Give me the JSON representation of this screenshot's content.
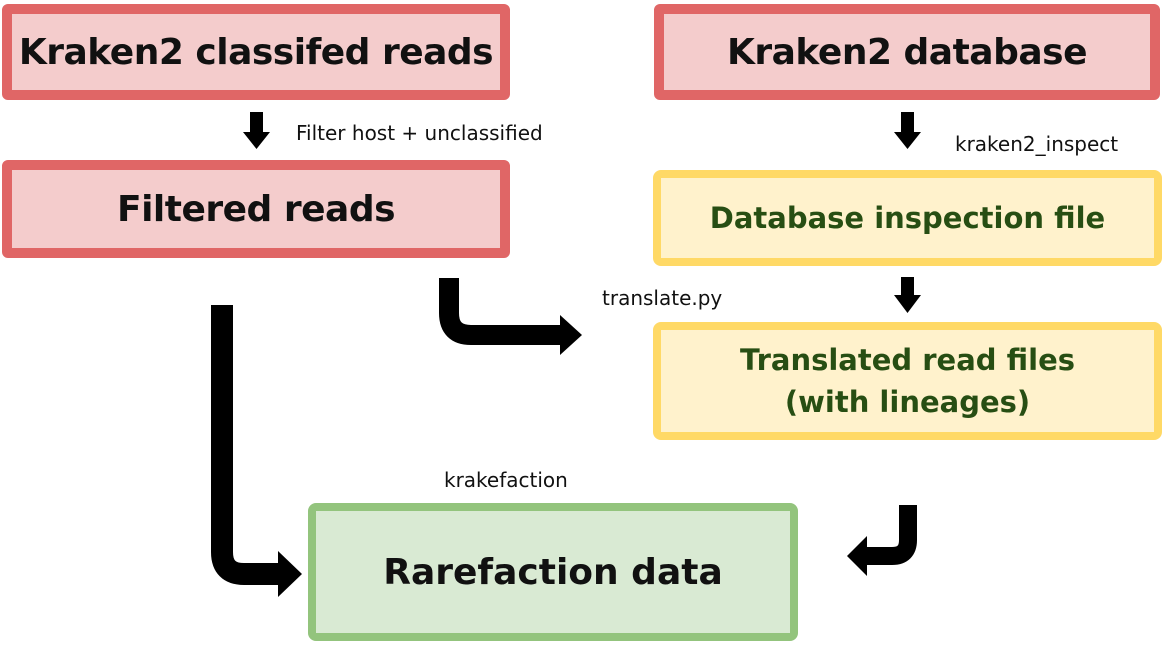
{
  "nodes": {
    "kraken_reads": "Kraken2 classifed reads",
    "kraken_db": "Kraken2 database",
    "filtered_reads": "Filtered reads",
    "db_inspection": "Database inspection file",
    "translated_reads": "Translated read files (with lineages)",
    "rarefaction": "Rarefaction data"
  },
  "edges": {
    "filter_host": "Filter host + unclassified",
    "kraken2_inspect": "kraken2_inspect",
    "translate": "translate.py",
    "krakefaction": "krakefaction"
  },
  "colors": {
    "red_fill": "#f4cccc",
    "red_border": "#e06666",
    "yellow_fill": "#fff2cc",
    "yellow_border": "#ffd966",
    "yellow_text": "#274e13",
    "green_fill": "#d9ead3",
    "green_border": "#93c47d",
    "arrow": "#000000"
  }
}
